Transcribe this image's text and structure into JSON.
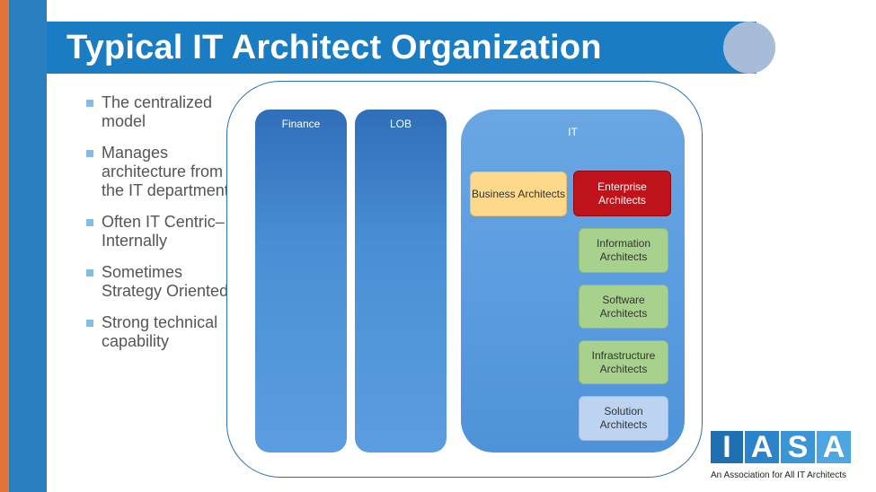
{
  "slide": {
    "title": "Typical IT Architect Organization"
  },
  "bullets": [
    "The centralized model",
    "Manages architecture from the IT department",
    "Often IT Centric– Internally",
    "Sometimes Strategy Oriented",
    "Strong technical capability"
  ],
  "org_chart": {
    "columns": {
      "finance": "Finance",
      "lob": "LOB",
      "it": "IT"
    },
    "roles": {
      "business": "Business Architects",
      "enterprise": "Enterprise Architects",
      "information": "Information Architects",
      "software": "Software Architects",
      "infrastructure": "Infrastructure Architects",
      "solution": "Solution Architects"
    }
  },
  "logo": {
    "letters": [
      "I",
      "A",
      "S",
      "A"
    ],
    "caption": "An Association for All IT Architects"
  },
  "colors": {
    "title_bar": "#1a7cc3",
    "left_accent": "#e2733a",
    "enterprise": "#c0121a",
    "business": "#ffd98a",
    "green_roles": "#a9d18e",
    "solution": "#bcd4f2"
  }
}
